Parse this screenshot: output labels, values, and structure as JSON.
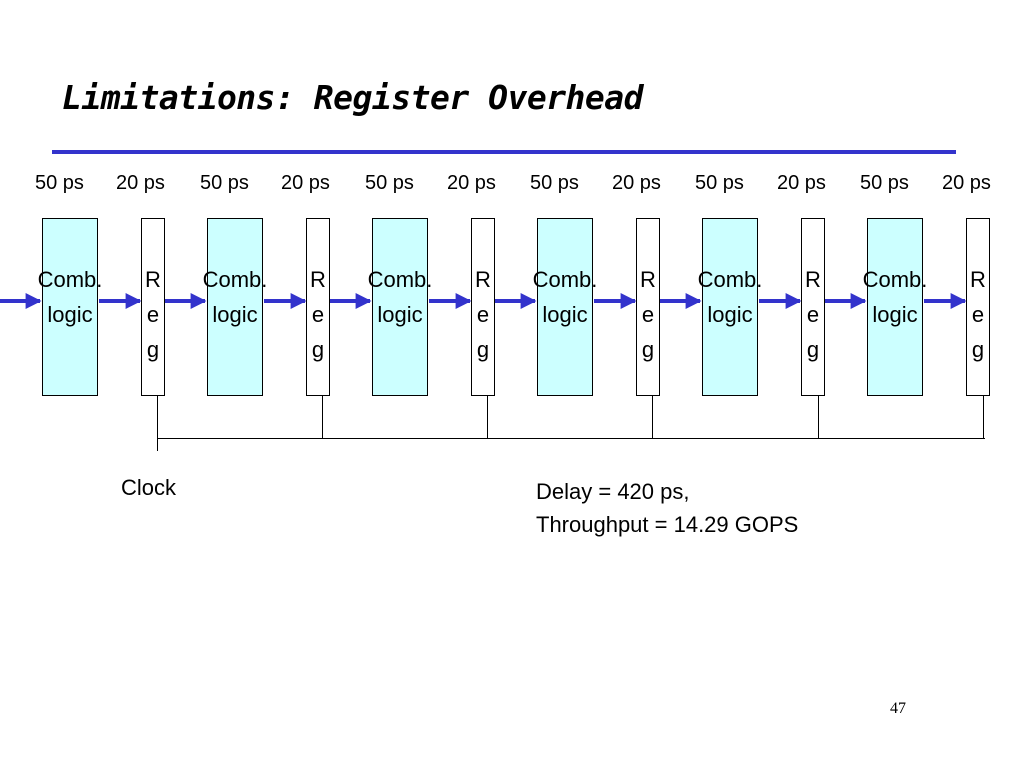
{
  "title": "Limitations: Register Overhead",
  "delay_labels": [
    "50 ps",
    "20 ps",
    "50 ps",
    "20 ps",
    "50 ps",
    "20 ps",
    "50 ps",
    "20 ps",
    "50 ps",
    "20 ps",
    "50 ps",
    "20 ps"
  ],
  "comb_block": {
    "line1": "Comb.",
    "line2": "logic"
  },
  "register_block": {
    "l1": "R",
    "l2": "e",
    "l3": "g"
  },
  "clock_label": "Clock",
  "info": {
    "delay": "Delay = 420 ps,",
    "throughput": "Throughput = 14.29 GOPS"
  },
  "page_number": "47",
  "colors": {
    "comb_fill": "#ccffff",
    "arrow": "#3333cc",
    "rule": "#3333cc"
  }
}
